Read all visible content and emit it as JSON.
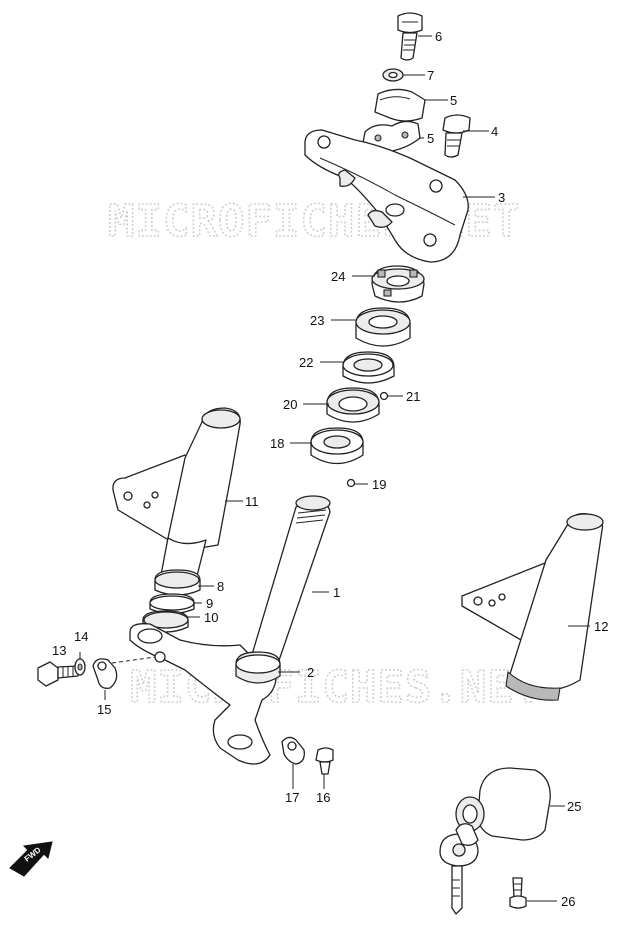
{
  "watermark": "MICROFICHES.NET",
  "fwd_label": "FWD",
  "callouts": {
    "c1": "1",
    "c2": "2",
    "c3": "3",
    "c4": "4",
    "c5a": "5",
    "c5b": "5",
    "c6": "6",
    "c7": "7",
    "c8": "8",
    "c9": "9",
    "c10": "10",
    "c11": "11",
    "c12": "12",
    "c13": "13",
    "c14": "14",
    "c15": "15",
    "c16": "16",
    "c17": "17",
    "c18": "18",
    "c19": "19",
    "c20": "20",
    "c21": "21",
    "c22": "22",
    "c23": "23",
    "c24": "24",
    "c25": "25",
    "c26": "26"
  }
}
